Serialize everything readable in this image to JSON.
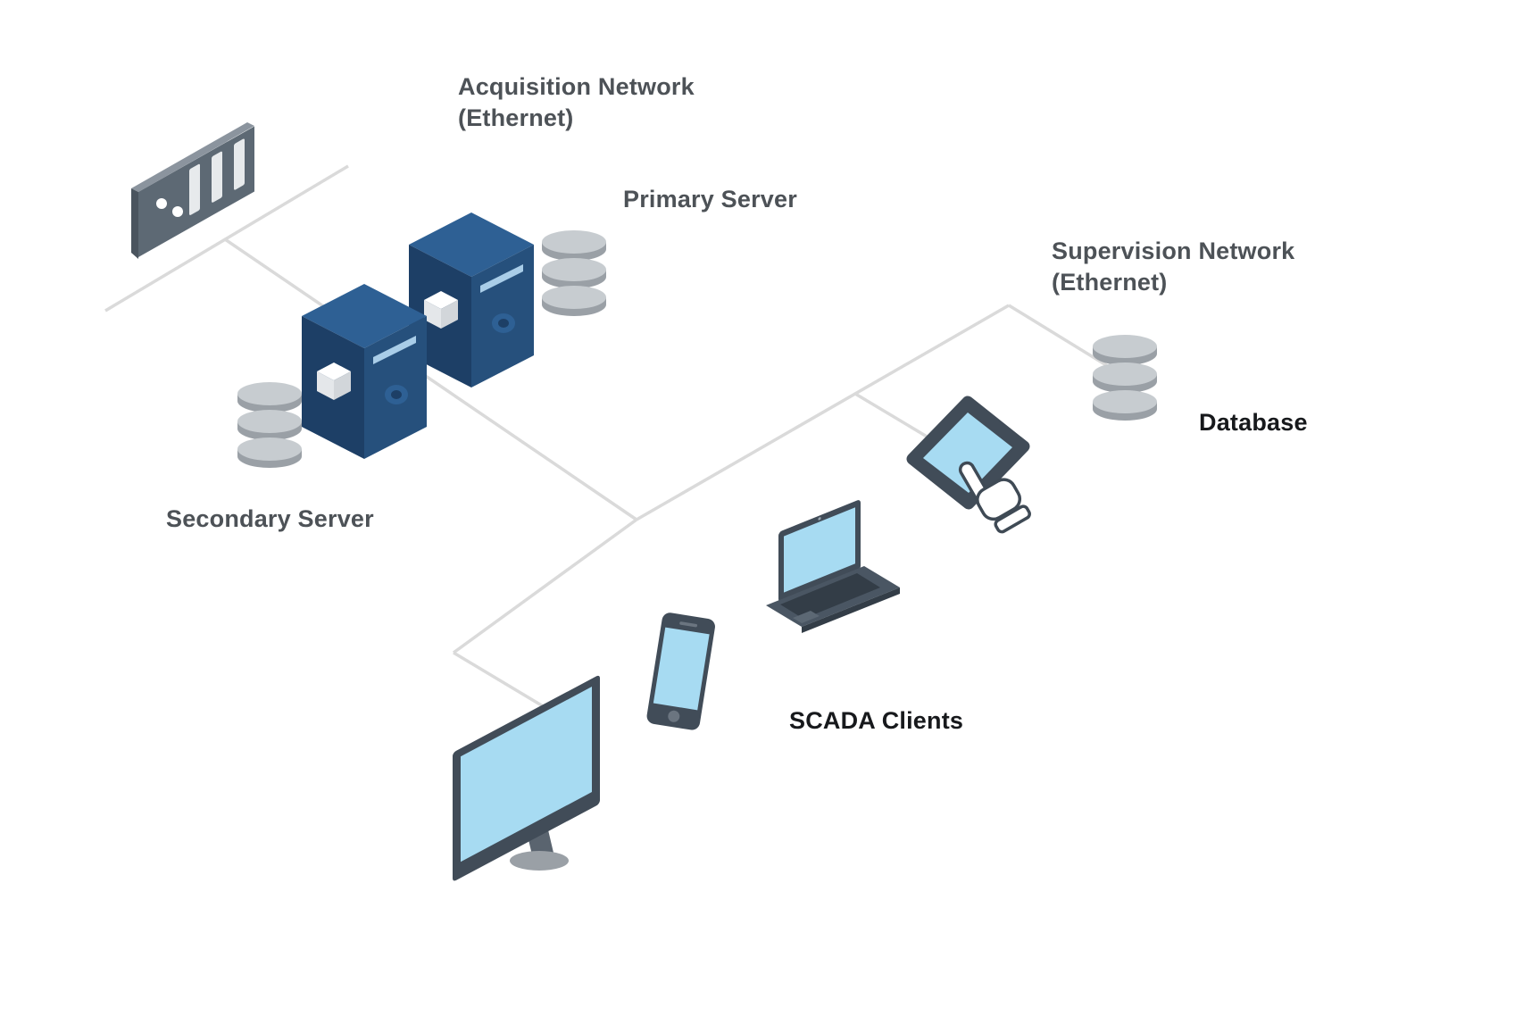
{
  "labels": {
    "acquisition_network_line1": "Acquisition Network",
    "acquisition_network_line2": "(Ethernet)",
    "primary_server": "Primary Server",
    "secondary_server": "Secondary Server",
    "supervision_network_line1": "Supervision Network",
    "supervision_network_line2": "(Ethernet)",
    "database": "Database",
    "scada_clients": "SCADA Clients"
  },
  "nodes": {
    "plc": "plc-controller",
    "primary_server": "server-tower",
    "secondary_server": "server-tower",
    "primary_database": "database-cylinder",
    "secondary_database": "database-cylinder",
    "supervision_database": "database-cylinder",
    "monitor": "desktop-monitor",
    "smartphone": "smartphone",
    "laptop": "laptop",
    "tablet": "tablet-touchscreen",
    "hand_cursor": "pointing-hand-cursor"
  },
  "colors": {
    "line-gray": "#dadada",
    "label-gray": "#4d5257",
    "label-dark": "#17191c",
    "navy-top": "#2e6094",
    "navy-left": "#1d3f66",
    "navy-right": "#26507c",
    "vent-blue": "#a9cde8",
    "screen-blue": "#a7dbf2",
    "frame-gray": "#414c58",
    "frame-gray2": "#5a646f",
    "cyl-gray": "#9aa0a6",
    "cyl-light": "#c7ccd0",
    "plc-face": "#5d6974",
    "plc-top": "#8b949e"
  }
}
